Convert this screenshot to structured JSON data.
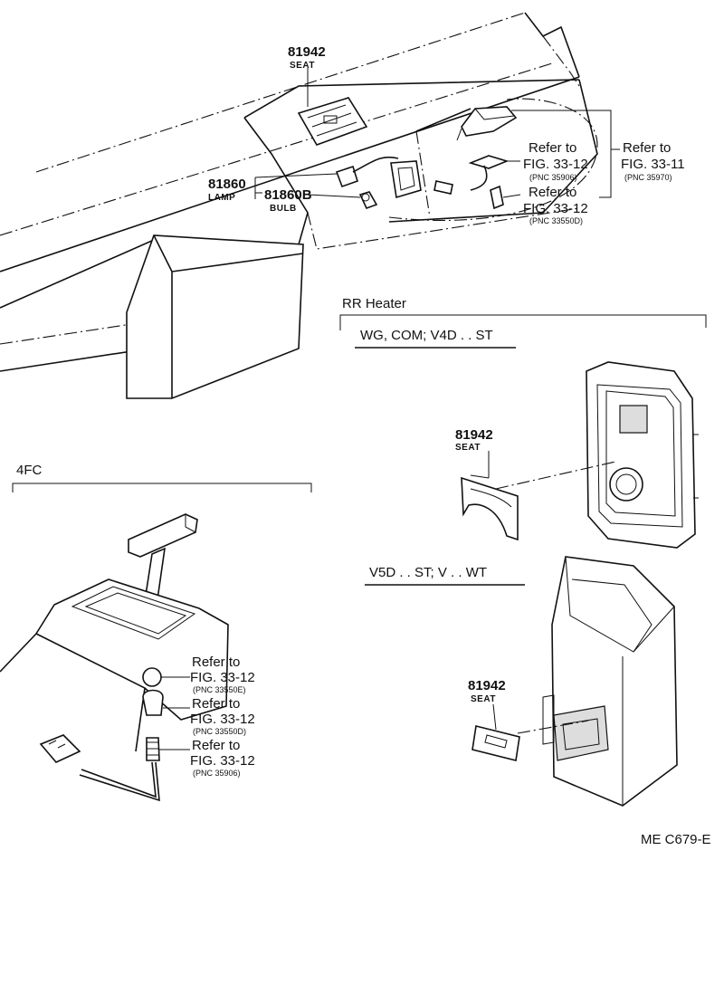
{
  "top": {
    "seat_part": "81942",
    "seat_label": "SEAT",
    "lamp_part": "81860",
    "lamp_label": "LAMP",
    "bulb_part": "81860B",
    "bulb_label": "BULB",
    "ref1_line1": "Refer to",
    "ref1_line2": "FIG. 33-12",
    "ref1_pnc": "(PNC 35906)",
    "ref2_line1": "Refer to",
    "ref2_line2": "FIG. 33-12",
    "ref2_pnc": "(PNC 33550D)",
    "ref3_line1": "Refer to",
    "ref3_line2": "FIG. 33-11",
    "ref3_pnc": "(PNC 35970)"
  },
  "rr_heater": {
    "title": "RR  Heater",
    "variant1": "WG, COM; V4D . . ST",
    "variant1_part": "81942",
    "variant1_label": "SEAT",
    "variant2": "V5D . . ST; V . . WT",
    "variant2_part": "81942",
    "variant2_label": "SEAT"
  },
  "fc": {
    "title": "4FC",
    "ref1_line1": "Refer to",
    "ref1_line2": "FIG. 33-12",
    "ref1_pnc": "(PNC 33550E)",
    "ref2_line1": "Refer to",
    "ref2_line2": "FIG. 33-12",
    "ref2_pnc": "(PNC 33550D)",
    "ref3_line1": "Refer to",
    "ref3_line2": "FIG. 33-12",
    "ref3_pnc": "(PNC 35906)"
  },
  "footer": {
    "code": "ME  C679-E"
  }
}
